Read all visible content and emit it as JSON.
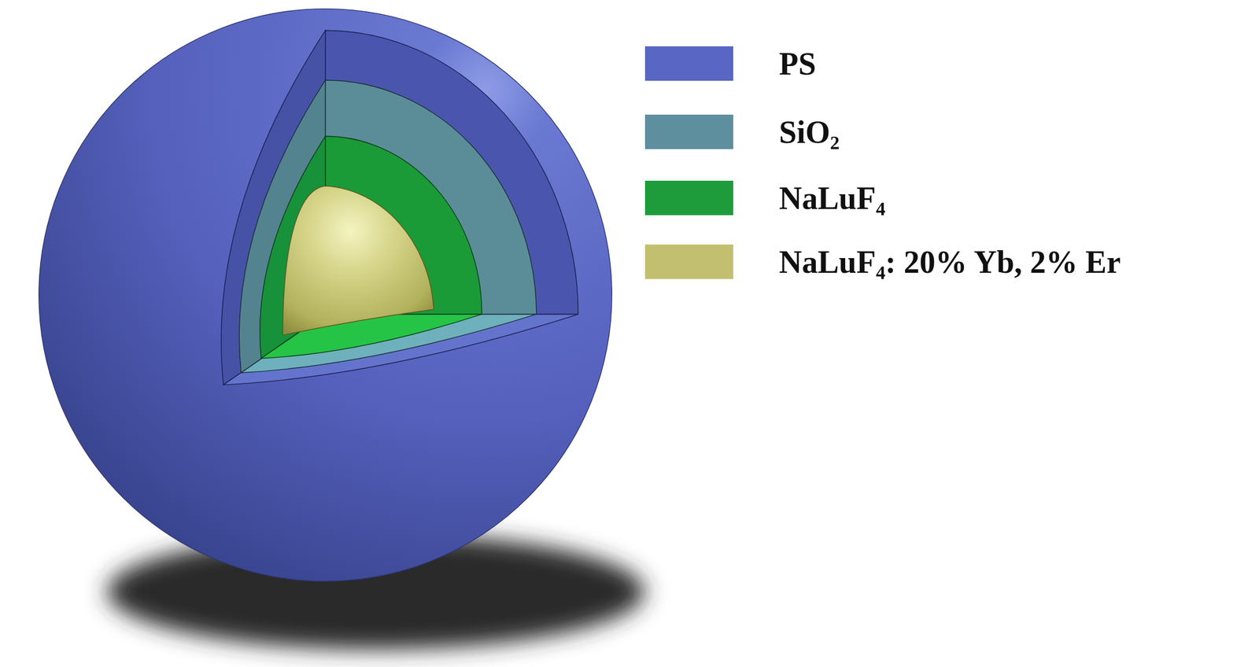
{
  "diagram": {
    "legend": [
      {
        "text": "PS",
        "color": "#5a66c4"
      },
      {
        "text": "SiO₂",
        "color": "#5e8f9f"
      },
      {
        "text": "NaLuF₄",
        "color": "#1e9c3c"
      },
      {
        "text": "NaLuF₄: 20% Yb, 2% Er",
        "color": "#c2c070"
      }
    ]
  }
}
